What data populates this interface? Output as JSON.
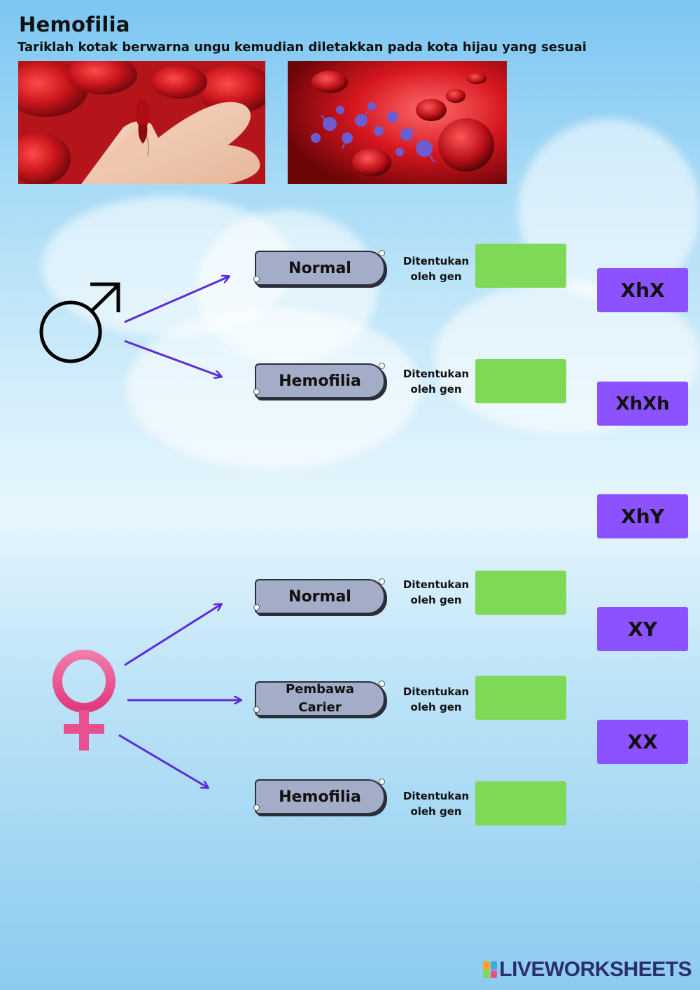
{
  "header": {
    "title": "Hemofilia",
    "instruction": "Tariklah kotak berwarna ungu kemudian diletakkan pada kota hijau yang sesuai"
  },
  "images": [
    {
      "name": "bleeding-finger-photo"
    },
    {
      "name": "blood-cells-photo"
    }
  ],
  "male": {
    "symbol": "male-symbol-icon",
    "rows": [
      {
        "label": "Normal",
        "gen_text": "Ditentukan oleh gen"
      },
      {
        "label": "Hemofilia",
        "gen_text": "Ditentukan oleh gen"
      }
    ]
  },
  "female": {
    "symbol": "female-symbol-icon",
    "rows": [
      {
        "label": "Normal",
        "gen_text": "Ditentukan oleh gen"
      },
      {
        "label": "Pembawa Carier",
        "gen_text": "Ditentukan oleh gen"
      },
      {
        "label": "Hemofilia",
        "gen_text": "Ditentukan oleh gen"
      }
    ]
  },
  "chips": [
    "XhX",
    "XhXh",
    "XhY",
    "XY",
    "XX"
  ],
  "colors": {
    "drop_zone": "#7ed957",
    "chip": "#8c52ff",
    "arrow": "#5b2bd6",
    "label_box": "#a4adc8",
    "female_symbol": "#e8508f"
  },
  "brand": {
    "text": "LIVEWORKSHEETS"
  }
}
